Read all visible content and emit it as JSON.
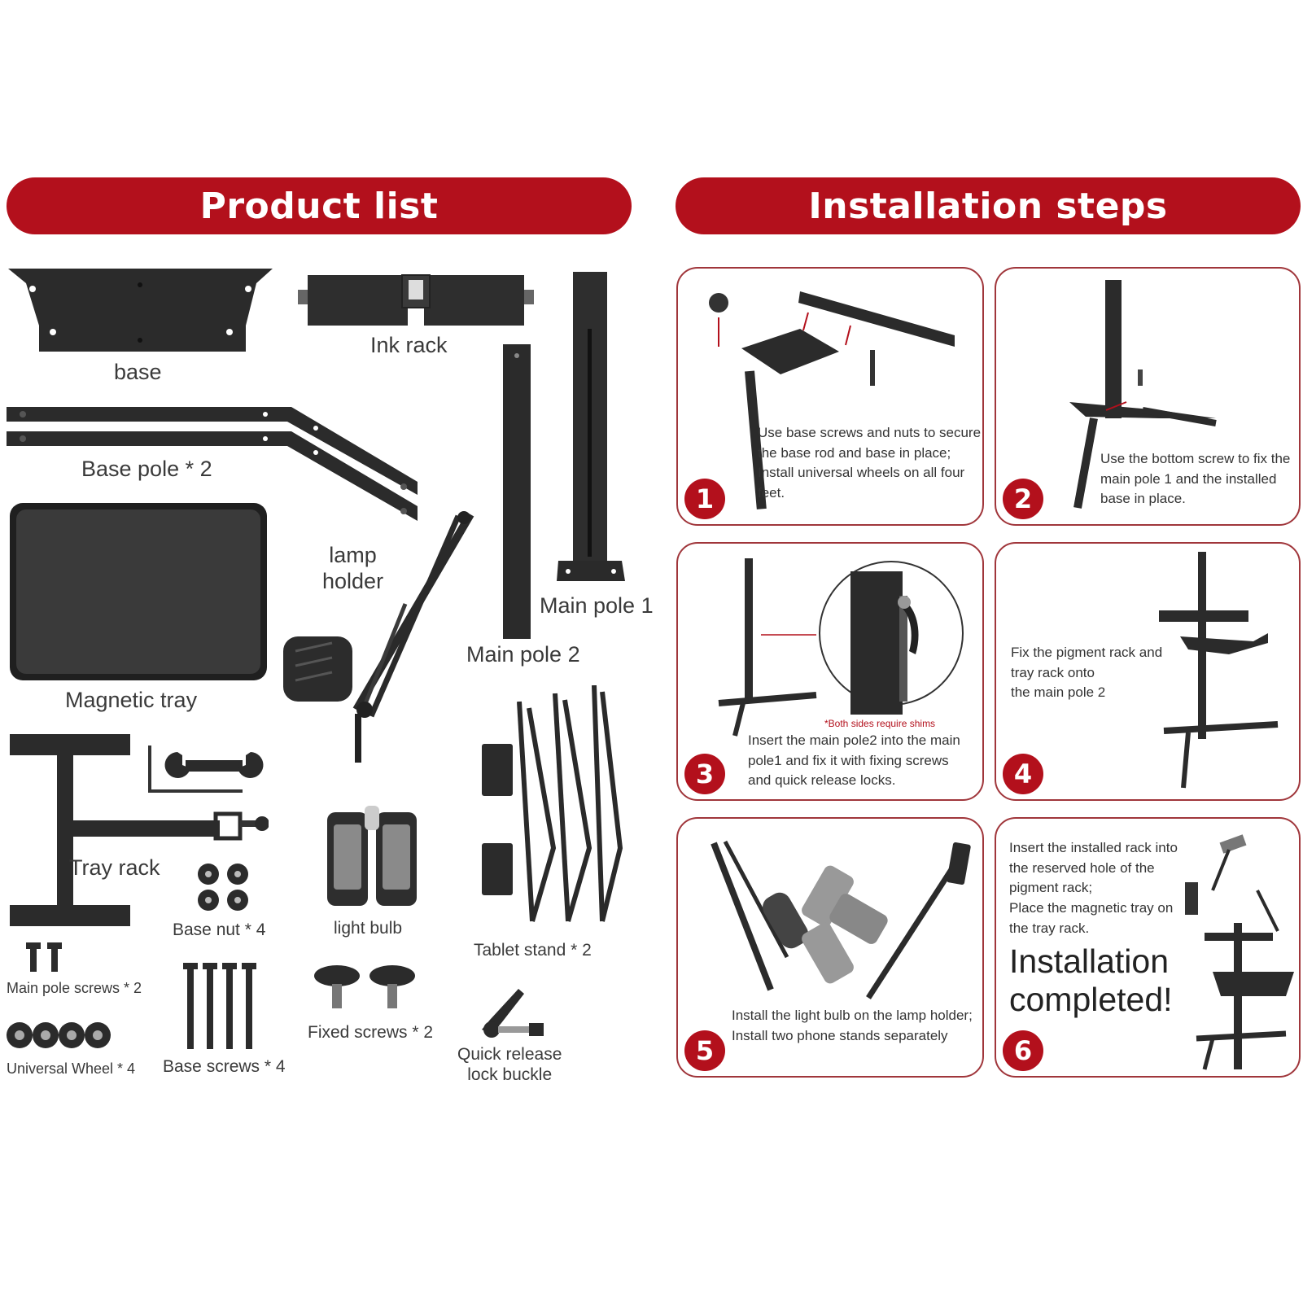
{
  "colors": {
    "accent": "#b3101c",
    "card_border": "#a0363b",
    "part": "#2b2b2b"
  },
  "headers": {
    "product_list": "Product list",
    "installation_steps": "Installation steps"
  },
  "parts": {
    "base": "base",
    "ink_rack": "Ink rack",
    "base_pole": "Base pole * 2",
    "main_pole_1": "Main pole 1",
    "main_pole_2": "Main pole 2",
    "lamp_holder": "lamp\nholder",
    "magnetic_tray": "Magnetic tray",
    "tray_rack": "Tray rack",
    "base_nut": "Base nut * 4",
    "light_bulb": "light bulb",
    "tablet_stand": "Tablet stand * 2",
    "main_pole_screws": "Main pole screws * 2",
    "universal_wheel": "Universal Wheel * 4",
    "base_screws": "Base screws * 4",
    "fixed_screws": "Fixed screws * 2",
    "quick_release": "Quick release\nlock buckle"
  },
  "steps": [
    {
      "number": "1",
      "text": "Use base screws and nuts to secure\nthe base rod and base in place;\nInstall universal wheels on all four\nfeet."
    },
    {
      "number": "2",
      "text": "Use the bottom screw to fix the\nmain pole 1 and the installed\nbase in place."
    },
    {
      "number": "3",
      "text": "Insert the main pole2 into the main\npole1 and fix it with fixing screws\nand quick release locks.",
      "note": "*Both sides require shims"
    },
    {
      "number": "4",
      "text": "Fix the pigment rack and\ntray rack onto\nthe main pole 2"
    },
    {
      "number": "5",
      "text": "Install the light bulb on the lamp holder;\nInstall two phone stands separately"
    },
    {
      "number": "6",
      "text": "Insert the installed rack into\nthe reserved hole of the\npigment rack;\nPlace the magnetic tray on\nthe tray rack.",
      "completed": "Installation\ncompleted!"
    }
  ]
}
